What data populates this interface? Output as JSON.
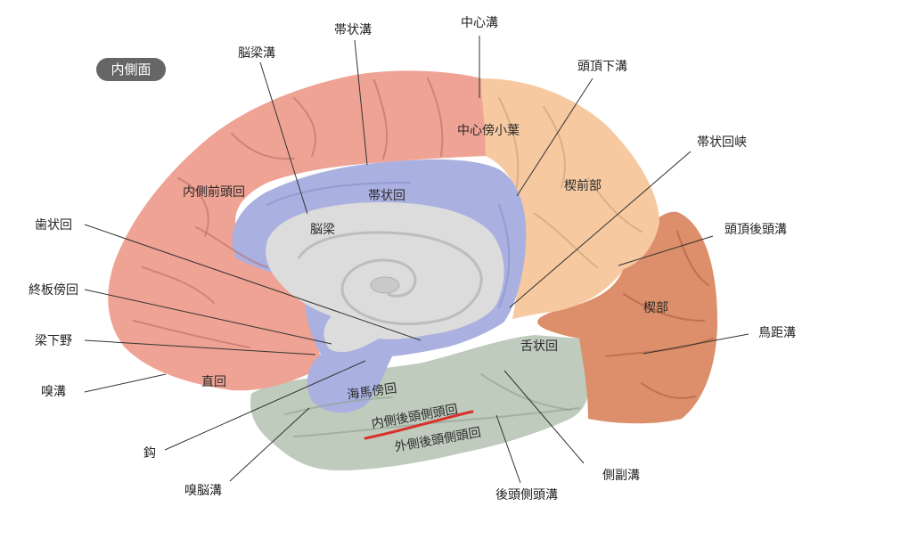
{
  "badge": "内側面",
  "labels_outer": {
    "notsuryo_kou": "脳梁溝",
    "taijo_kou": "帯状溝",
    "chushin_kou": "中心溝",
    "tocho_ka_kou": "頭頂下溝",
    "taijo_kaikyo": "帯状回峡",
    "tocho_kotou_kou": "頭頂後頭溝",
    "shijo_kai": "歯状回",
    "shuban_bo_kai": "終板傍回",
    "ryoka_ya": "梁下野",
    "kyu_kou": "嗅溝",
    "cho_kyo_kou": "鳥距溝",
    "koh": "鈎",
    "kyu_no_kou": "嗅脳溝",
    "sokufuku_kou": "側副溝",
    "kotou_sokutou_kou": "後頭側頭溝"
  },
  "labels_inner": {
    "chushin_bo_shoyo": "中心傍小葉",
    "naisoku_zentou_kai": "内側前頭回",
    "taijo_kai": "帯状回",
    "sekizen_bu": "楔前部",
    "noryo": "脳梁",
    "setsu_bu": "楔部",
    "zetsujo_kai": "舌状回",
    "choku_kai": "直回",
    "kaiba_bo_kai": "海馬傍回",
    "naisoku_kotou_sokutou_kai": "内側後頭側頭回",
    "gaisoku_kotou_sokutou_kai": "外側後頭側頭回"
  },
  "colors": {
    "frontal": "#efa394",
    "parietal": "#f6c9a1",
    "occipital": "#dc8f6a",
    "limbic": "#aab0e0",
    "temporal": "#bfcbbd",
    "corpus": "#dcdcdc",
    "underline": "#d9302a"
  }
}
